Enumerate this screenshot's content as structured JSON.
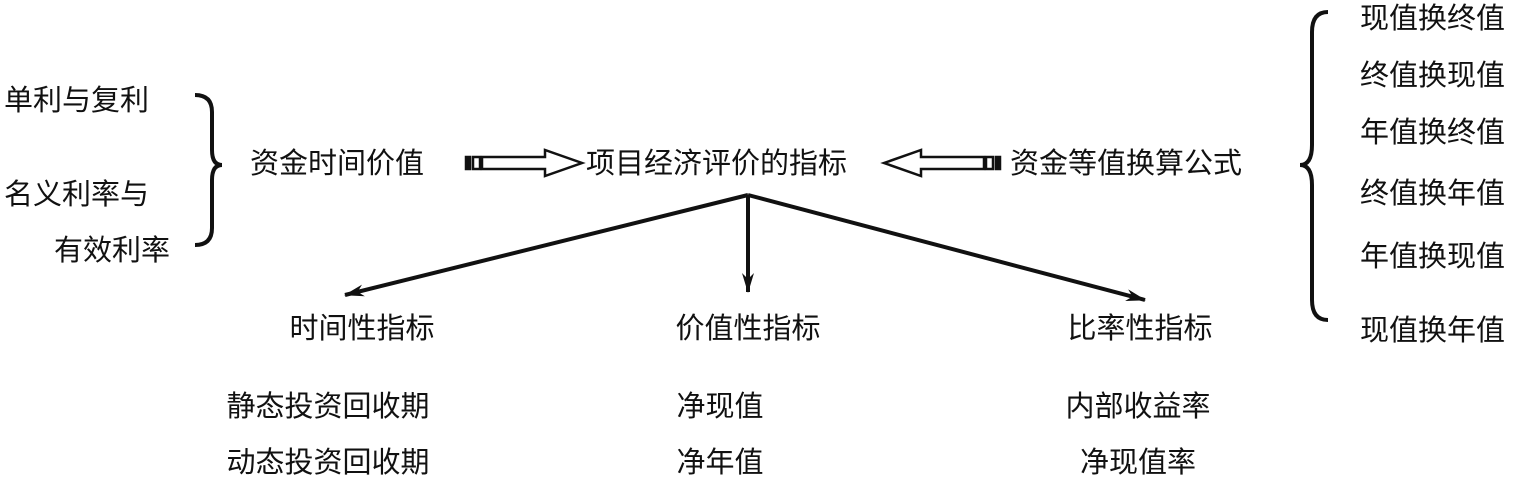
{
  "left_group": {
    "items": [
      "单利与复利",
      "名义利率与",
      "有效利率"
    ]
  },
  "time_value": "资金时间价值",
  "center": "项目经济评价的指标",
  "equiv_formula": "资金等值换算公式",
  "right_group": {
    "items": [
      "现值换终值",
      "终值换现值",
      "年值换终值",
      "终值换年值",
      "年值换现值",
      "现值换年值"
    ]
  },
  "categories": [
    {
      "title": "时间性指标",
      "items": [
        "静态投资回收期",
        "动态投资回收期"
      ]
    },
    {
      "title": "价值性指标",
      "items": [
        "净现值",
        "净年值"
      ]
    },
    {
      "title": "比率性指标",
      "items": [
        "内部收益率",
        "净现值率"
      ]
    }
  ],
  "colors": {
    "ink": "#111111",
    "background": "#ffffff"
  }
}
